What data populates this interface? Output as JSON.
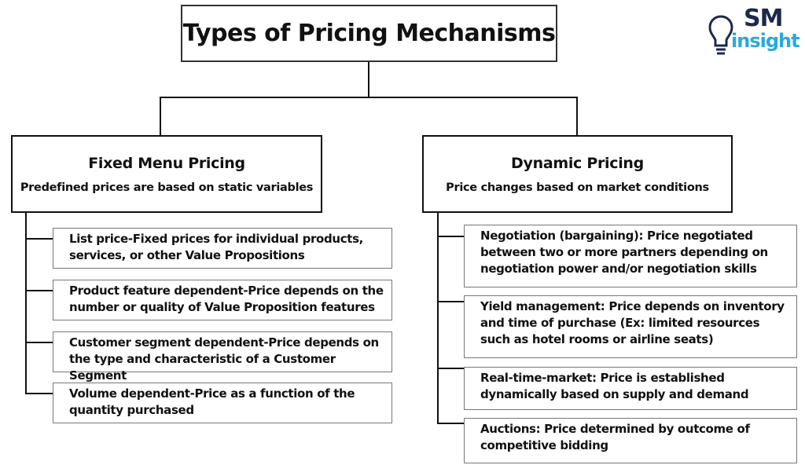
{
  "title": "Types of Pricing Mechanisms",
  "logo": {
    "line1": "SM",
    "line2": "insight",
    "brand_dark": "#1b2a4a",
    "brand_light": "#2aa8e0"
  },
  "fixed": {
    "title": "Fixed Menu Pricing",
    "description": "Predefined prices are based on static variables",
    "items": [
      "List price-Fixed prices for individual products, services, or other Value Propositions",
      "Product feature dependent-Price depends on the number or quality of Value Proposition features",
      "Customer segment dependent-Price depends on the type and characteristic of a Customer Segment",
      "Volume dependent-Price as a function of the quantity purchased"
    ]
  },
  "dynamic": {
    "title": "Dynamic Pricing",
    "description": "Price changes based on market conditions",
    "items": [
      "Negotiation (bargaining): Price negotiated between two or more partners depending on negotiation power and/or negotiation skills",
      "Yield management: Price depends on inventory and time of purchase (Ex: limited resources such as hotel rooms or airline seats)",
      "Real-time-market: Price is established dynamically based on supply and demand",
      "Auctions: Price determined by outcome of competitive bidding"
    ]
  }
}
